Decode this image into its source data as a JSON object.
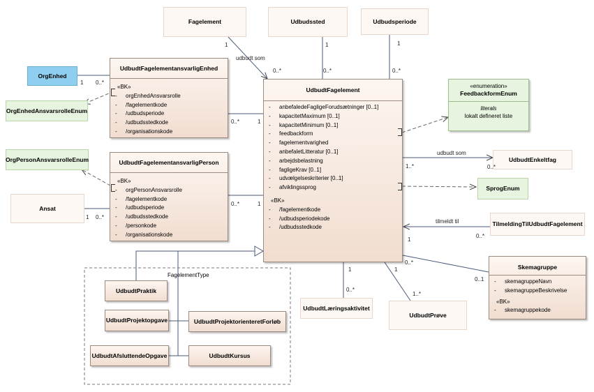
{
  "package": {
    "title": "FagelementType"
  },
  "classes": {
    "fagelement": {
      "name": "Fagelement"
    },
    "udbudssted": {
      "name": "Udbudssted"
    },
    "udbudsperiode": {
      "name": "Udbudsperiode"
    },
    "orgEnhed": {
      "name": "OrgEnhed"
    },
    "orgEnhedAnsvarsrolleEnum": {
      "name": "OrgEnhedAnsvarsrolleEnum"
    },
    "orgPersonAnsvarsrolleEnum": {
      "name": "OrgPersonAnsvarsrolleEnum"
    },
    "ansat": {
      "name": "Ansat"
    },
    "udbudtEnkeltfag": {
      "name": "UdbudtEnkeltfag"
    },
    "sprogEnum": {
      "name": "SprogEnum"
    },
    "tilmelding": {
      "name": "TilmeldingTilUdbudtFagelement"
    },
    "udbudtLaering": {
      "name": "UdbudtLæringsaktivitet"
    },
    "udbudtProeve": {
      "name": "UdbudtPrøve"
    },
    "udbudtPraktik": {
      "name": "UdbudtPraktik"
    },
    "udbudtProjektopgave": {
      "name": "UdbudtProjektopgave"
    },
    "udbudtProjektForloeb": {
      "name": "UdbudtProjektorienteretForløb"
    },
    "udbudtAfsluttende": {
      "name": "UdbudtAfsluttendeOpgave"
    },
    "udbudtKursus": {
      "name": "UdbudtKursus"
    },
    "enhedAnsvarlig": {
      "name": "UdbudtFagelementansvarligEnhed",
      "stereotype": "«BK»",
      "attributes": [
        {
          "marker": "-",
          "name": "orgEnhedAnsvarsrolle"
        },
        {
          "marker": "-",
          "name": "/fagelementkode"
        },
        {
          "marker": "-",
          "name": "/udbudsperiode"
        },
        {
          "marker": "-",
          "name": "/udbudsstedkode"
        },
        {
          "marker": "-",
          "name": "/organisationskode"
        }
      ]
    },
    "personAnsvarlig": {
      "name": "UdbudtFagelementansvarligPerson",
      "stereotype": "«BK»",
      "attributes": [
        {
          "marker": "-",
          "name": "orgPersonAnsvarsrolle"
        },
        {
          "marker": "-",
          "name": "/fagelementkode"
        },
        {
          "marker": "-",
          "name": "/udbudsperiode"
        },
        {
          "marker": "-",
          "name": "/udbudsstedkode"
        },
        {
          "marker": "-",
          "name": "/personkode"
        },
        {
          "marker": "-",
          "name": "/organisationskode"
        }
      ]
    },
    "udbudtFagelement": {
      "name": "UdbudtFagelement",
      "attributes": [
        {
          "marker": "-",
          "name": "anbefaledeFagligeForudsætninger [0..1]"
        },
        {
          "marker": "-",
          "name": "kapacitetMaximum [0..1]"
        },
        {
          "marker": "-",
          "name": "kapacitetMinimum [0..1]"
        },
        {
          "marker": "-",
          "name": "feedbackform"
        },
        {
          "marker": "-",
          "name": "fagelementvarighed"
        },
        {
          "marker": "-",
          "name": "anbefaletLitteratur [0..1]"
        },
        {
          "marker": "-",
          "name": "arbejdsbelastning"
        },
        {
          "marker": "-",
          "name": "fagligeKrav [0..1]"
        },
        {
          "marker": "-",
          "name": "udvælgelseskriterier [0..1]"
        },
        {
          "marker": "-",
          "name": "afviklingssprog"
        }
      ],
      "stereotype": "«BK»",
      "keys": [
        {
          "marker": "-",
          "name": "/fagelementkode"
        },
        {
          "marker": "-",
          "name": "/udbudsperiodekode"
        },
        {
          "marker": "-",
          "name": "/udbudsstedkode"
        }
      ]
    },
    "feedbackEnum": {
      "stereotype": "«enumeration»",
      "name": "FeedbackformEnum",
      "section": "literals",
      "literals": [
        "lokalt defineret liste"
      ]
    },
    "skemagruppe": {
      "name": "Skemagruppe",
      "attributes": [
        {
          "marker": "-",
          "name": "skemagruppeNavn"
        },
        {
          "marker": "-",
          "name": "skemagruppeBeskrivelse"
        }
      ],
      "stereotype": "«BK»",
      "keys": [
        {
          "marker": "-",
          "name": "skemagruppekode"
        }
      ]
    }
  },
  "labels": {
    "udbudtSom1": "udbudt som",
    "udbudtSom2": "udbudt som",
    "tilmeldtTil": "tilmeldt til",
    "m_fag_src": "1",
    "m_fag_tgt": "0..*",
    "m_sted_src": "1",
    "m_sted_tgt": "0..*",
    "m_per_src": "1",
    "m_per_tgt": "0..*",
    "m_org_1": "1",
    "m_org_2": "0..*",
    "m_enh_1": "0..*",
    "m_enh_2": "1",
    "m_pers_1": "0..*",
    "m_pers_2": "1",
    "m_ans_1": "1",
    "m_ans_2": "0..*",
    "m_enk_1": "1..*",
    "m_enk_2": "0..*",
    "m_til_1": "1",
    "m_til_2": "0..*",
    "m_laer_1": "1",
    "m_laer_2": "0..*",
    "m_proeve_1": "1",
    "m_proeve_2": "1..*",
    "m_skema_1": "0..*",
    "m_skema_2": "0..1"
  }
}
